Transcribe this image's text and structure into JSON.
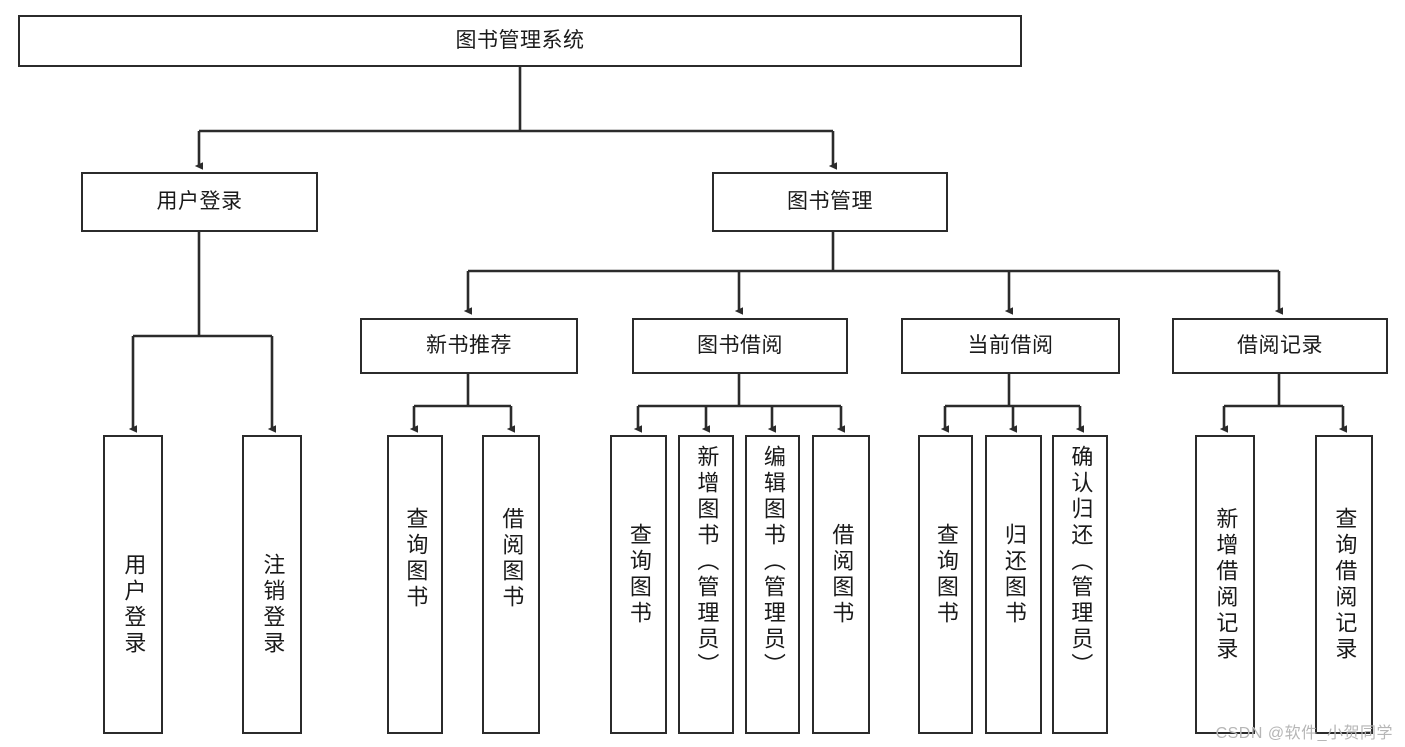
{
  "diagram": {
    "title": "图书管理系统",
    "type": "tree-hierarchy-diagram",
    "colors": {
      "box_border": "#2b2b2b",
      "box_fill": "#ffffff",
      "connector": "#2b2b2b",
      "text": "#1a1a1a",
      "watermark": "#b6b6b6",
      "background": "#ffffff"
    },
    "root": {
      "label": "图书管理系统"
    },
    "level2": [
      {
        "label": "用户登录"
      },
      {
        "label": "图书管理"
      }
    ],
    "level3": [
      {
        "label": "新书推荐"
      },
      {
        "label": "图书借阅"
      },
      {
        "label": "当前借阅"
      },
      {
        "label": "借阅记录"
      }
    ],
    "leaves": {
      "user_login": [
        {
          "label": "用户登录"
        },
        {
          "label": "注销登录"
        }
      ],
      "new_book_recommend": [
        {
          "label": "查询图书"
        },
        {
          "label": "借阅图书"
        }
      ],
      "book_borrow": [
        {
          "label": "查询图书"
        },
        {
          "label": "新增图书（管理员）"
        },
        {
          "label": "编辑图书（管理员）"
        },
        {
          "label": "借阅图书"
        }
      ],
      "current_borrow": [
        {
          "label": "查询图书"
        },
        {
          "label": "归还图书"
        },
        {
          "label": "确认归还（管理员）"
        }
      ],
      "borrow_record": [
        {
          "label": "新增借阅记录"
        },
        {
          "label": "查询借阅记录"
        }
      ]
    },
    "watermark": "CSDN @软件_小贺同学"
  }
}
